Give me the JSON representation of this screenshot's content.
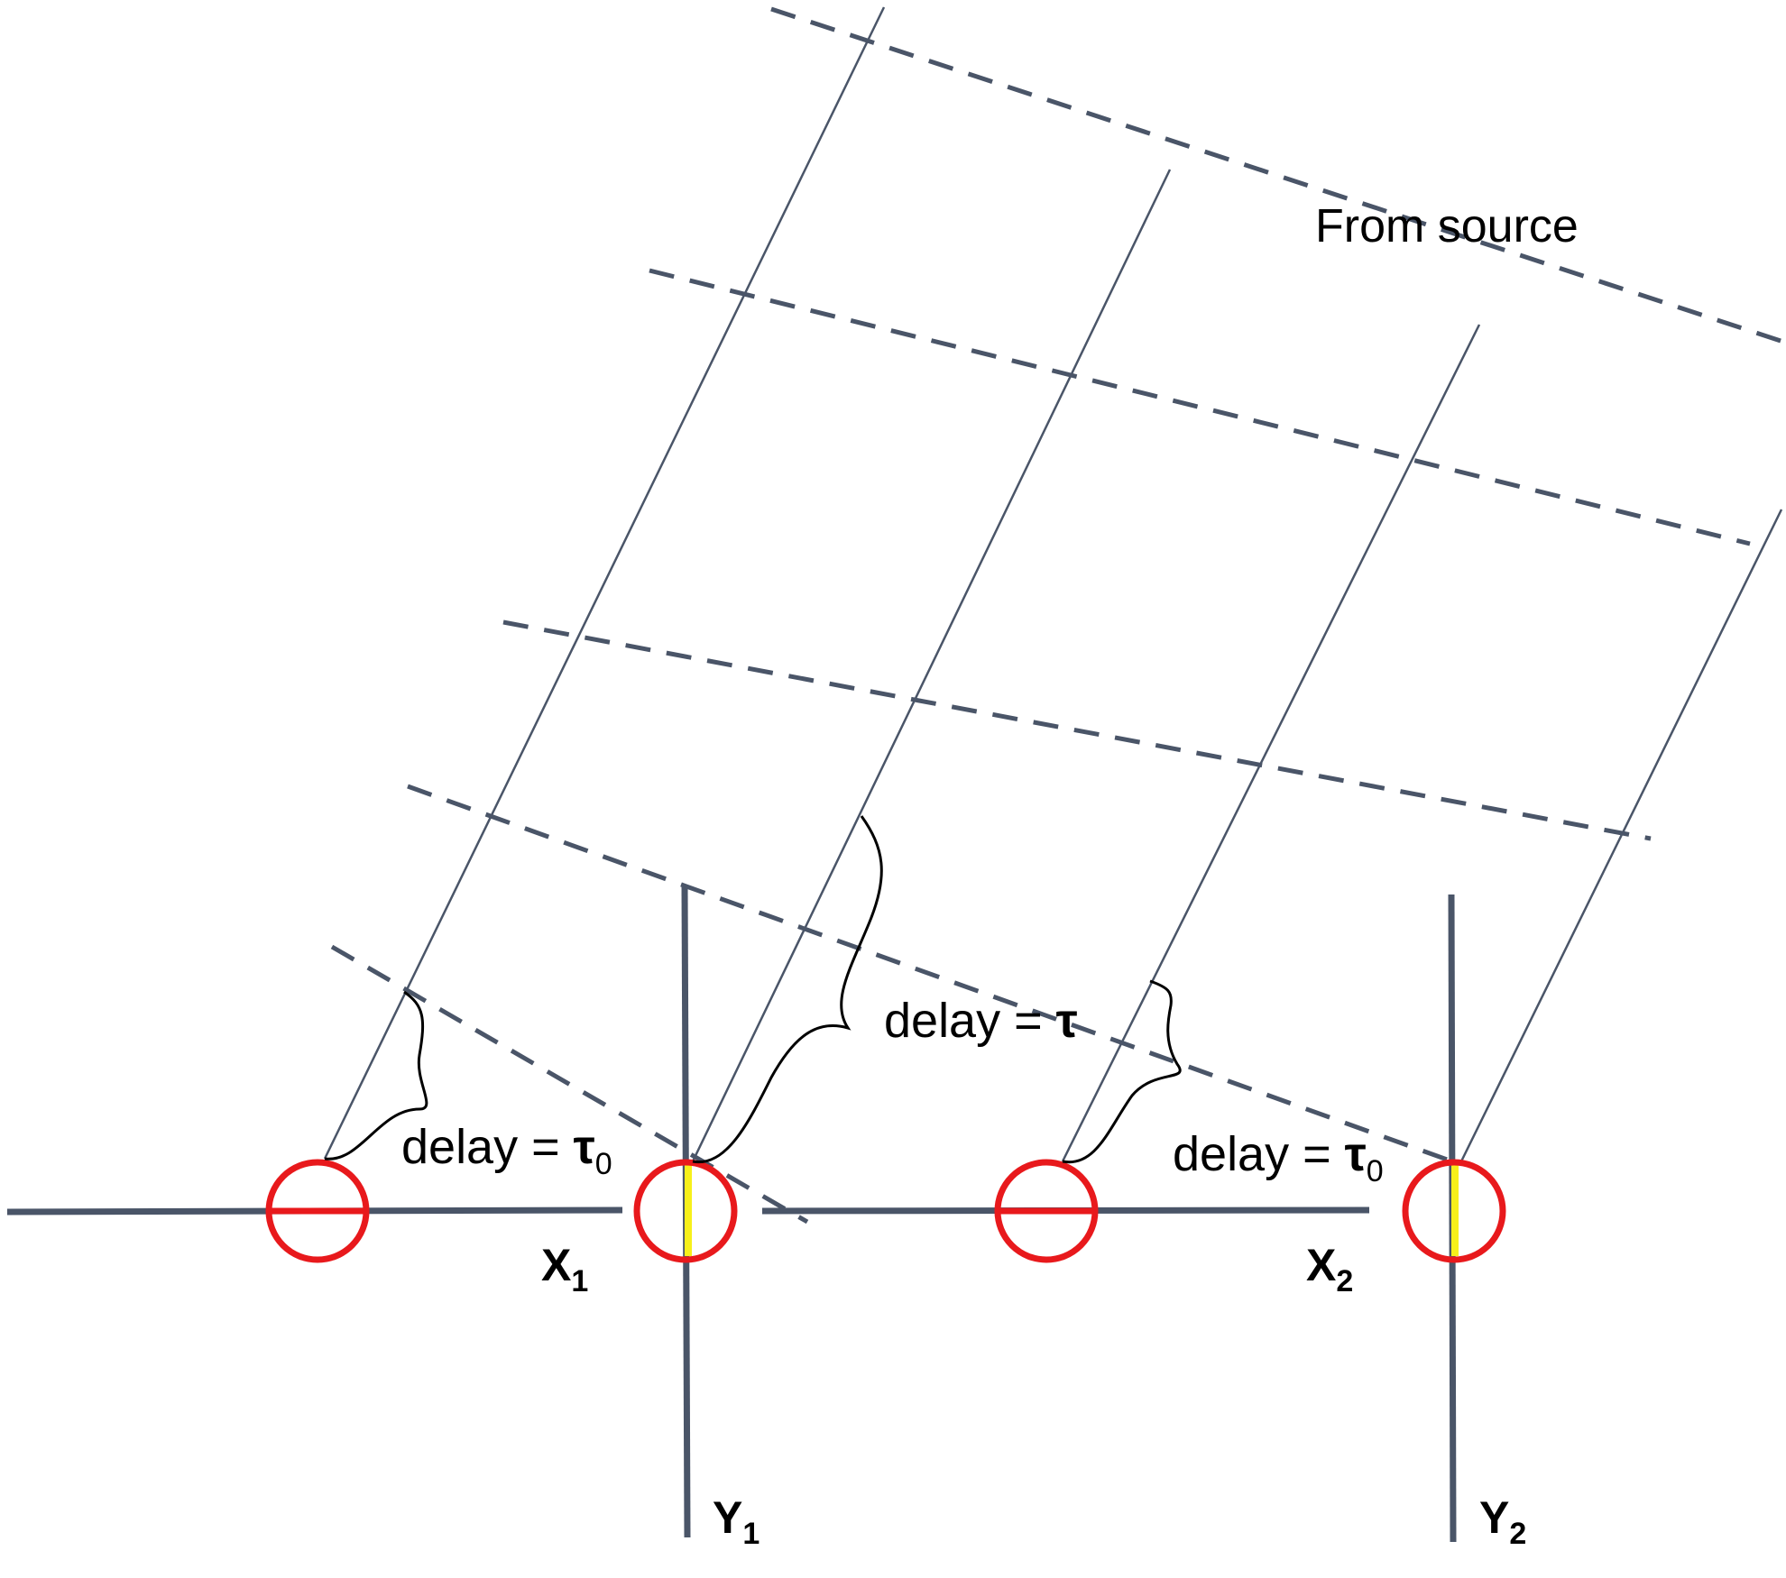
{
  "labels": {
    "from_source": "From source",
    "delay_tau0_left": {
      "prefix": "delay = ",
      "symbol": "τ",
      "subscript": "0"
    },
    "delay_tau": {
      "prefix": "delay = ",
      "symbol": "τ"
    },
    "delay_tau0_right": {
      "prefix": "delay = ",
      "symbol": "τ",
      "subscript": "0"
    },
    "x1": {
      "base": "X",
      "subscript": "1"
    },
    "x2": {
      "base": "X",
      "subscript": "2"
    },
    "y1": {
      "base": "Y",
      "subscript": "1"
    },
    "y2": {
      "base": "Y",
      "subscript": "2"
    }
  },
  "colors": {
    "line": "#4a5568",
    "antenna": "#e8191c",
    "highlight": "#f7f01a",
    "text": "#000000"
  }
}
